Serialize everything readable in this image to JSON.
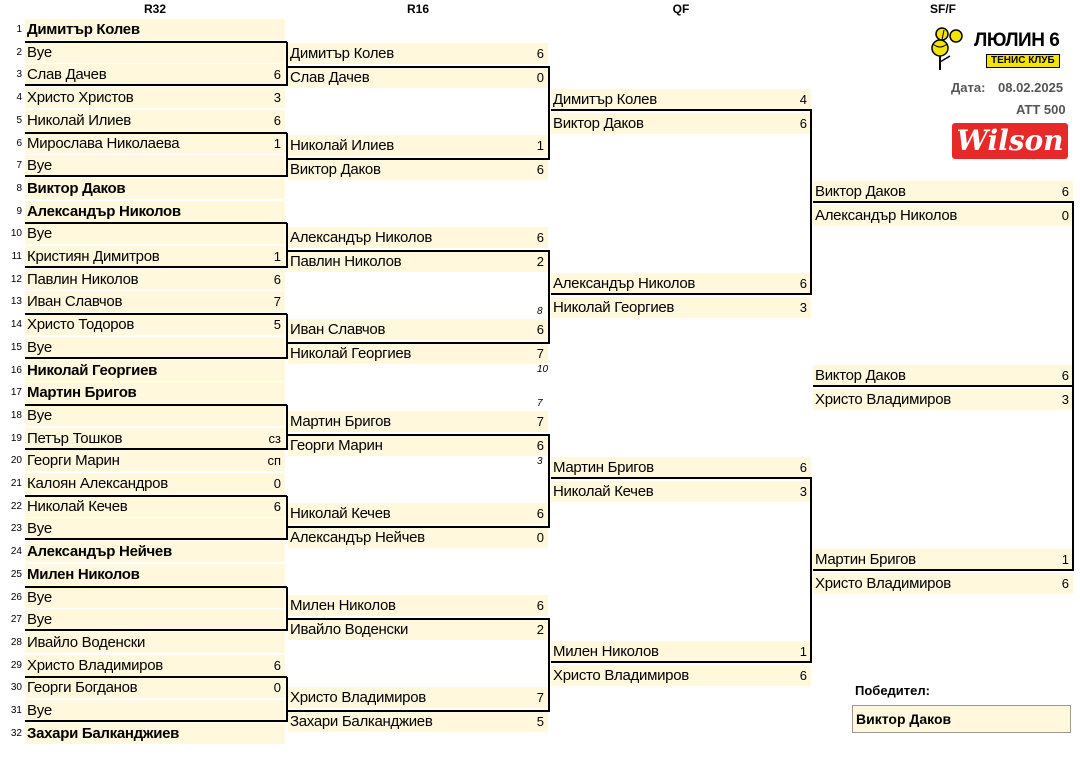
{
  "rounds": [
    "R32",
    "R16",
    "QF",
    "SF/F"
  ],
  "logo": {
    "title": "ЛЮЛИН 6",
    "subtitle": "ТЕНИС КЛУБ"
  },
  "info": {
    "date_label": "Дата:",
    "date": "08.02.2025",
    "category": "ATT 500"
  },
  "sponsor": "Wilson",
  "winner": {
    "label": "Победител:",
    "name": "Виктор Даков"
  },
  "colors": {
    "cell_bg": "#fff8dc",
    "sponsor_red": "#e52a28",
    "logo_yellow": "#f5e400"
  },
  "r32": [
    {
      "n": 1,
      "name": "Димитър Колев",
      "score": "",
      "seeded": true
    },
    {
      "n": 2,
      "name": "Bye",
      "score": ""
    },
    {
      "n": 3,
      "name": "Слав Дачев",
      "score": "6"
    },
    {
      "n": 4,
      "name": "Христо Христов",
      "score": "3"
    },
    {
      "n": 5,
      "name": "Николай Илиев",
      "score": "6"
    },
    {
      "n": 6,
      "name": "Мирослава Николаева",
      "score": "1"
    },
    {
      "n": 7,
      "name": "Bye",
      "score": ""
    },
    {
      "n": 8,
      "name": "Виктор Даков",
      "score": "",
      "seeded": true
    },
    {
      "n": 9,
      "name": "Александър Николов",
      "score": "",
      "seeded": true
    },
    {
      "n": 10,
      "name": "Bye",
      "score": ""
    },
    {
      "n": 11,
      "name": "Кристиян Димитров",
      "score": "1"
    },
    {
      "n": 12,
      "name": "Павлин Николов",
      "score": "6"
    },
    {
      "n": 13,
      "name": "Иван Славчов",
      "score": "7"
    },
    {
      "n": 14,
      "name": "Христо Тодоров",
      "score": "5"
    },
    {
      "n": 15,
      "name": "Bye",
      "score": ""
    },
    {
      "n": 16,
      "name": "Николай Георгиев",
      "score": "",
      "seeded": true
    },
    {
      "n": 17,
      "name": "Мартин Бригов",
      "score": "",
      "seeded": true
    },
    {
      "n": 18,
      "name": "Bye",
      "score": ""
    },
    {
      "n": 19,
      "name": "Петър Тошков",
      "score": "сз"
    },
    {
      "n": 20,
      "name": "Георги Марин",
      "score": "сп"
    },
    {
      "n": 21,
      "name": "Калоян Александров",
      "score": "0"
    },
    {
      "n": 22,
      "name": "Николай Кечев",
      "score": "6"
    },
    {
      "n": 23,
      "name": "Bye",
      "score": ""
    },
    {
      "n": 24,
      "name": "Александър Нейчев",
      "score": "",
      "seeded": true
    },
    {
      "n": 25,
      "name": "Милен Николов",
      "score": "",
      "seeded": true
    },
    {
      "n": 26,
      "name": "Bye",
      "score": ""
    },
    {
      "n": 27,
      "name": "Bye",
      "score": ""
    },
    {
      "n": 28,
      "name": "Ивайло Воденски",
      "score": ""
    },
    {
      "n": 29,
      "name": "Христо Владимиров",
      "score": "6"
    },
    {
      "n": 30,
      "name": "Георги Богданов",
      "score": "0"
    },
    {
      "n": 31,
      "name": "Bye",
      "score": ""
    },
    {
      "n": 32,
      "name": "Захари Балканджиев",
      "score": "",
      "seeded": true
    }
  ],
  "r16": [
    {
      "name": "Димитър Колев",
      "score": "6"
    },
    {
      "name": "Слав Дачев",
      "score": "0"
    },
    {
      "name": "Николай Илиев",
      "score": "1"
    },
    {
      "name": "Виктор Даков",
      "score": "6"
    },
    {
      "name": "Александър Николов",
      "score": "6"
    },
    {
      "name": "Павлин Николов",
      "score": "2"
    },
    {
      "name": "Иван Славчов",
      "score": "6",
      "note": "8"
    },
    {
      "name": "Николай Георгиев",
      "score": "7",
      "note": "10"
    },
    {
      "name": "Мартин Бригов",
      "score": "7",
      "note": "7"
    },
    {
      "name": "Георги Марин",
      "score": "6",
      "note": "3"
    },
    {
      "name": "Николай Кечев",
      "score": "6"
    },
    {
      "name": "Александър Нейчев",
      "score": "0"
    },
    {
      "name": "Милен Николов",
      "score": "6"
    },
    {
      "name": "Ивайло Воденски",
      "score": "2"
    },
    {
      "name": "Христо Владимиров",
      "score": "7"
    },
    {
      "name": "Захари Балканджиев",
      "score": "5"
    }
  ],
  "qf": [
    {
      "name": "Димитър Колев",
      "score": "4"
    },
    {
      "name": "Виктор Даков",
      "score": "6"
    },
    {
      "name": "Александър Николов",
      "score": "6"
    },
    {
      "name": "Николай Георгиев",
      "score": "3"
    },
    {
      "name": "Мартин Бригов",
      "score": "6"
    },
    {
      "name": "Николай Кечев",
      "score": "3"
    },
    {
      "name": "Милен Николов",
      "score": "1"
    },
    {
      "name": "Христо Владимиров",
      "score": "6"
    }
  ],
  "sf": [
    {
      "name": "Виктор Даков",
      "score": "6"
    },
    {
      "name": "Александър Николов",
      "score": "0"
    },
    {
      "name": "Мартин Бригов",
      "score": "1"
    },
    {
      "name": "Христо Владимиров",
      "score": "6"
    }
  ],
  "final": [
    {
      "name": "Виктор Даков",
      "score": "6"
    },
    {
      "name": "Христо Владимиров",
      "score": "3"
    }
  ]
}
